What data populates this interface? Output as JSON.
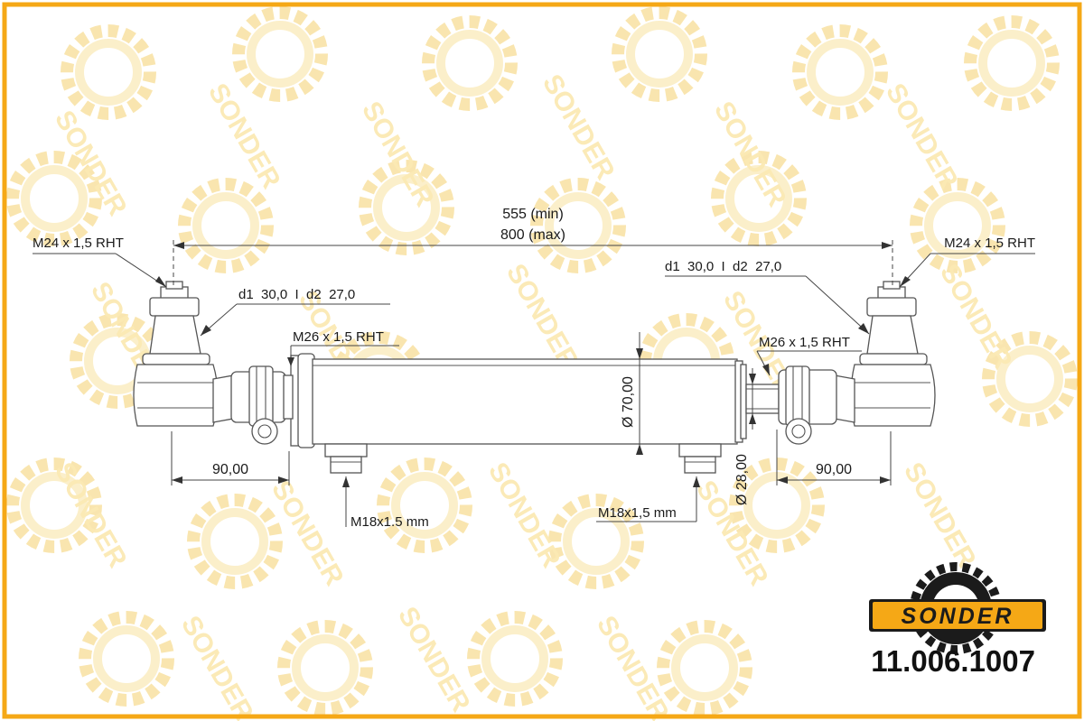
{
  "drawing": {
    "frame_color": "#f5a816",
    "dimensions": {
      "length_min": "555 (min)",
      "length_max": "800 (max)",
      "thread_left": "M24 x 1,5 RHT",
      "thread_right": "M24 x 1,5 RHT",
      "bore_left": "d1  30,0  I  d2  27,0",
      "bore_right": "d1  30,0  I  d2  27,0",
      "thread_rod_left": "M26 x 1,5 RHT",
      "thread_rod_right": "M26 x 1,5 RHT",
      "diameter_body": "Ø 70,00",
      "diameter_rod": "Ø 28,00",
      "end_length_left": "90,00",
      "end_length_right": "90,00",
      "port_left": "M18x1.5 mm",
      "port_right": "M18x1,5 mm"
    }
  },
  "brand": {
    "logo_text": "SONDER",
    "watermark_text": "SONDER",
    "logo_colors": {
      "gear": "#1b1b1b",
      "plate": "#f5a816",
      "text": "#1b1b1b"
    },
    "watermark_color": "#f9e3a6"
  },
  "part_number": "11.006.1007"
}
